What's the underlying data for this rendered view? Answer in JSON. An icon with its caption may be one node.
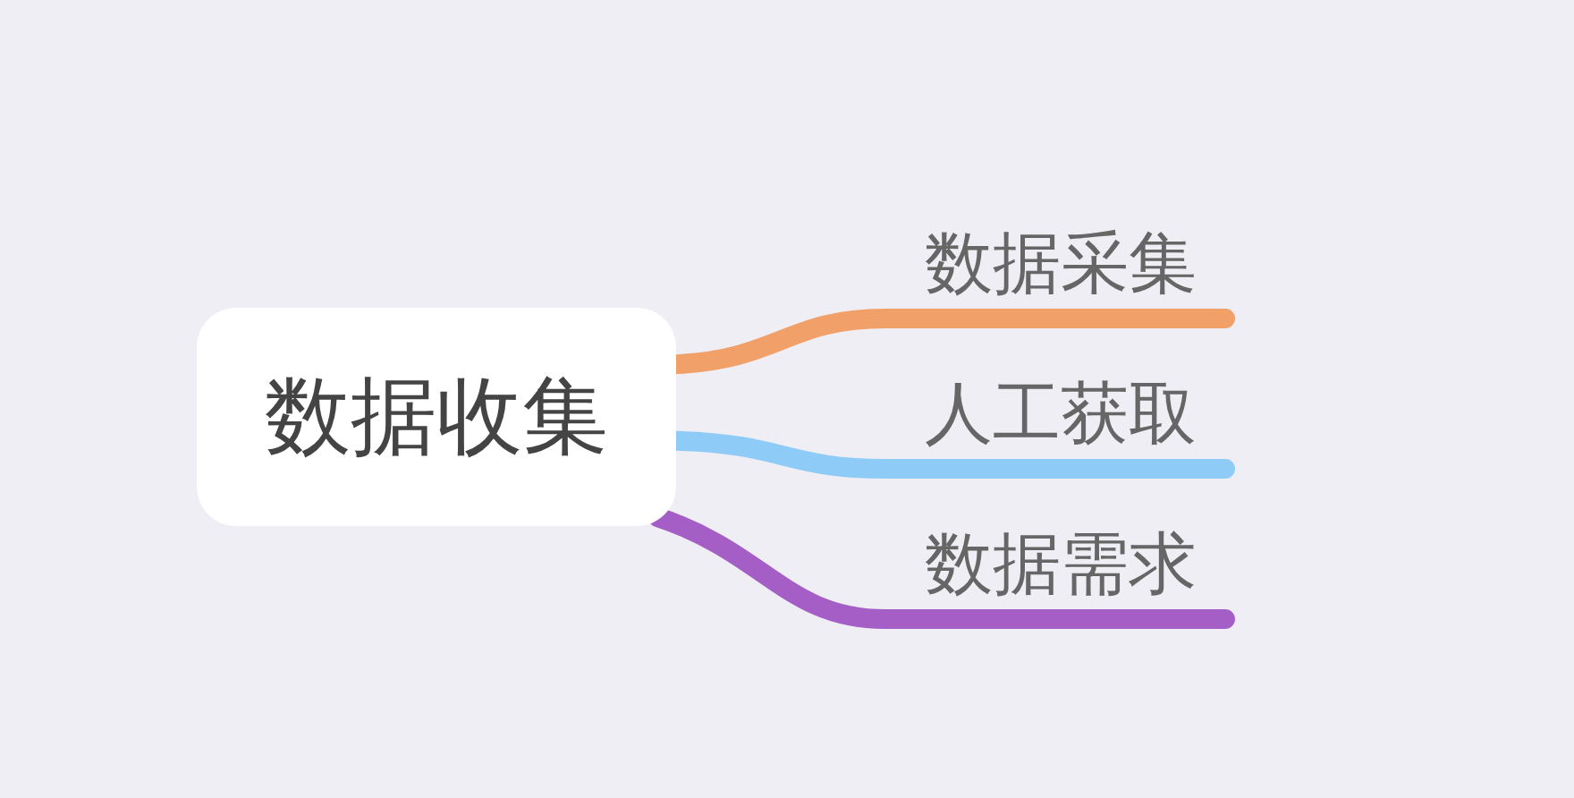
{
  "diagram": {
    "nodes": [
      {
        "text": [
          "数据收集"
        ]
      },
      {
        "text": [
          "数据采集"
        ]
      },
      {
        "text": [
          "人工获取"
        ]
      },
      {
        "text": [
          "数据需求"
        ]
      }
    ],
    "edges": [
      {
        "from": 0,
        "to": 1,
        "arrow": "none",
        "color": "#f0a068"
      },
      {
        "from": 0,
        "to": 2,
        "arrow": "none",
        "color": "#8ecbf7"
      },
      {
        "from": 0,
        "to": 3,
        "arrow": "none",
        "color": "#a55ec6"
      }
    ]
  }
}
